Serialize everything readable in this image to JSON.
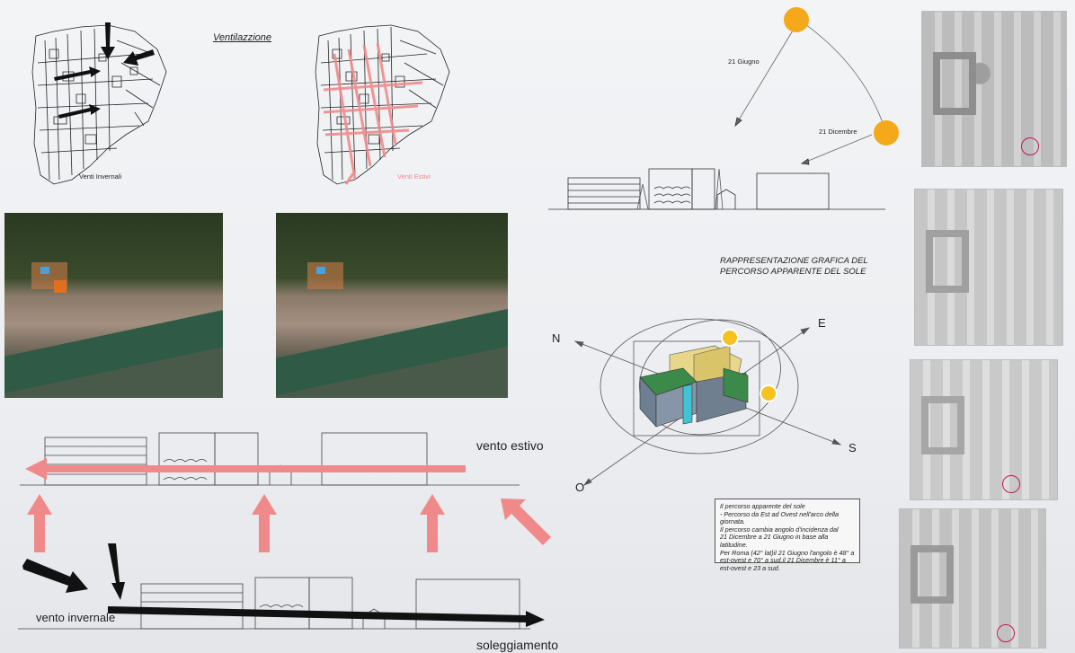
{
  "ventilation": {
    "title": "Ventilazzione",
    "winter_label": "Venti Invernali",
    "summer_label": "Venti Estivi"
  },
  "sun_path": {
    "june_label": "21 Giugno",
    "december_label": "21 Dicembre",
    "title_line1": "RAPPRESENTAZIONE GRAFICA DEL",
    "title_line2": "PERCORSO APPARENTE DEL SOLE"
  },
  "compass": {
    "north": "N",
    "east": "E",
    "south": "S",
    "west": "O"
  },
  "note": {
    "line1": "Il percorso apparente del sole",
    "line2": " - Percorso da Est ad Ovest nell'arco della giornata.",
    "line3": "Il percorso cambia angolo d'incidenza dal",
    "line4": "21 Dicembre a 21 Giugno in base alla latitudine.",
    "line5": "Per Roma (42° lat)il 21 Giugno l'angolo è 48° a",
    "line6": "est-ovest e 70° a sud,il 21 Dicembre è 11° a",
    "line7": "est-ovest e 23 a sud."
  },
  "section": {
    "summer_wind": "vento estivo",
    "winter_wind": "vento invernale",
    "sunlight": "soleggiamento"
  },
  "colors": {
    "pink": "#f08a8a",
    "black": "#111111",
    "sun": "#f4a81a",
    "panel_bg": "#ececee"
  }
}
